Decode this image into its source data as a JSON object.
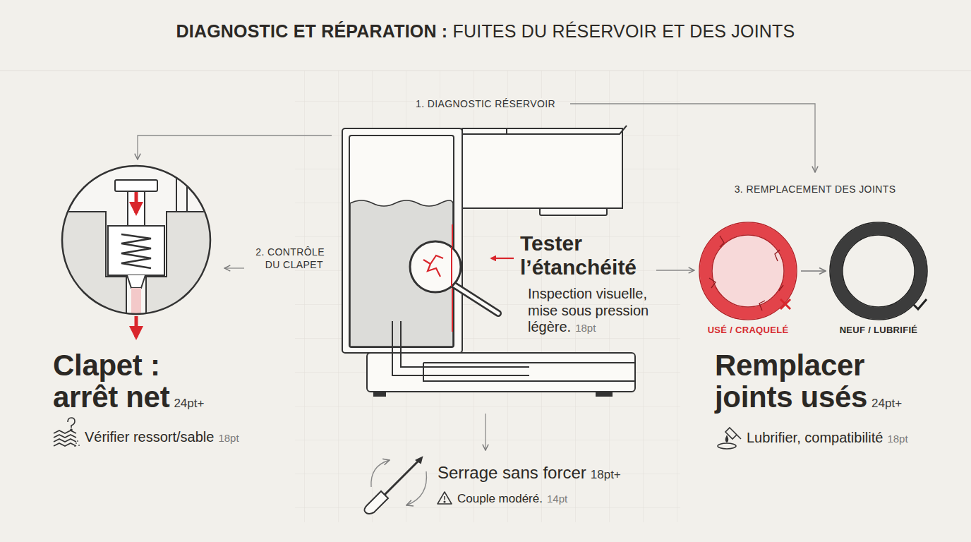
{
  "diagram": {
    "title": "DIAGNOSTIC ET RÉPARATION : FUITES DU RÉSERVOIR ET DES JOINTS",
    "nodes": [
      {
        "text": [
          "USÉ / CRAQUELÉ"
        ]
      },
      {
        "text": [
          "NEUF / LUBRIFIÉ"
        ]
      }
    ],
    "edges": [
      {
        "from": 0,
        "to": 1,
        "arrow": "to"
      }
    ],
    "labels": [
      "1. DIAGNOSTIC RÉSERVOIR",
      "2. CONTRÔLE DU CLAPET",
      "3. REMPLACEMENT DES JOINTS",
      "Tester l’étanchéité",
      "Inspection visuelle, mise sous pression légère.",
      "18pt",
      "Clapet : arrêt net",
      "24pt+",
      "Vérifier ressort/sable",
      "18pt",
      "Remplacer joints usés",
      "24pt+",
      "Lubrifier, compatibilité",
      "18pt",
      "Serrage sans forcer",
      "18pt+",
      "Couple modéré.",
      "14pt"
    ]
  }
}
